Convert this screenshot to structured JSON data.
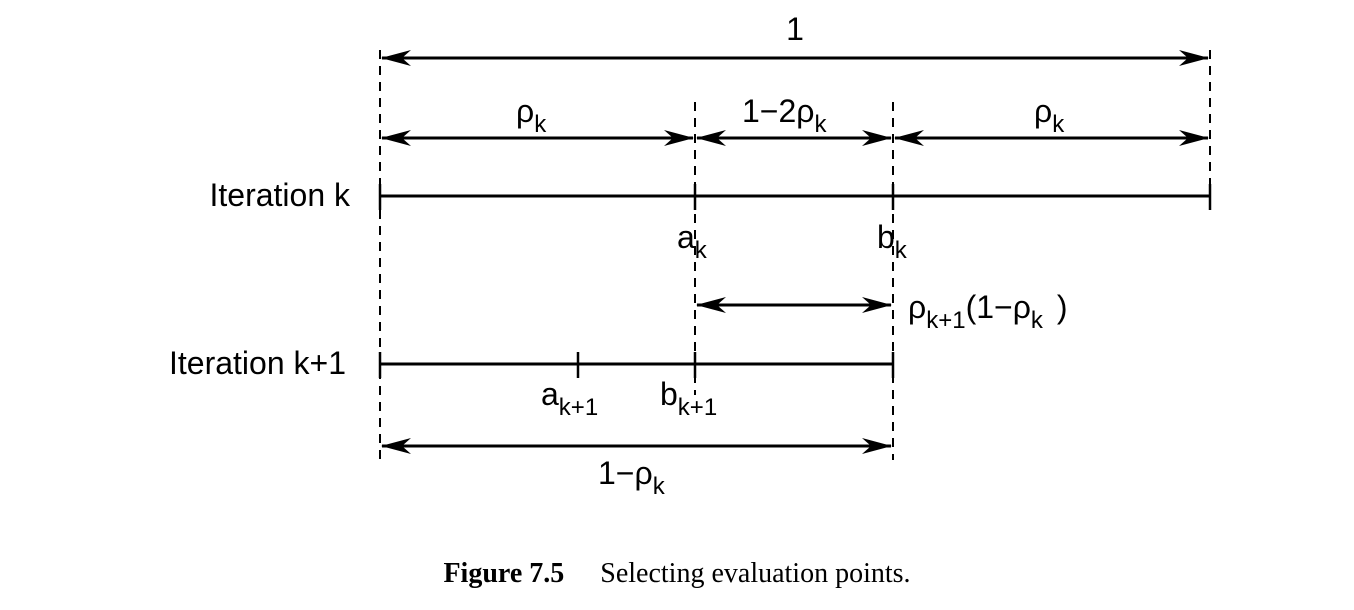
{
  "rows": {
    "iteration_k": "Iteration k",
    "iteration_k1": "Iteration k+1"
  },
  "dimensions": {
    "total": "1",
    "rho": {
      "base": "ρ",
      "sub": "k"
    },
    "one_minus_two_rho": {
      "base": "1−2ρ",
      "sub": "k"
    },
    "rho_next_times": {
      "base": "ρ",
      "sub": "k+1",
      "suffix": "(1−ρ",
      "sub2": "k",
      "close": ")"
    },
    "one_minus_rho": {
      "base": "1−ρ",
      "sub": "k"
    }
  },
  "points": {
    "a_k": {
      "base": "a",
      "sub": "k"
    },
    "b_k": {
      "base": "b",
      "sub": "k"
    },
    "a_k1": {
      "base": "a",
      "sub": "k+1"
    },
    "b_k1": {
      "base": "b",
      "sub": "k+1"
    }
  },
  "caption": {
    "figure_label": "Figure 7.5",
    "text": "Selecting evaluation points."
  }
}
